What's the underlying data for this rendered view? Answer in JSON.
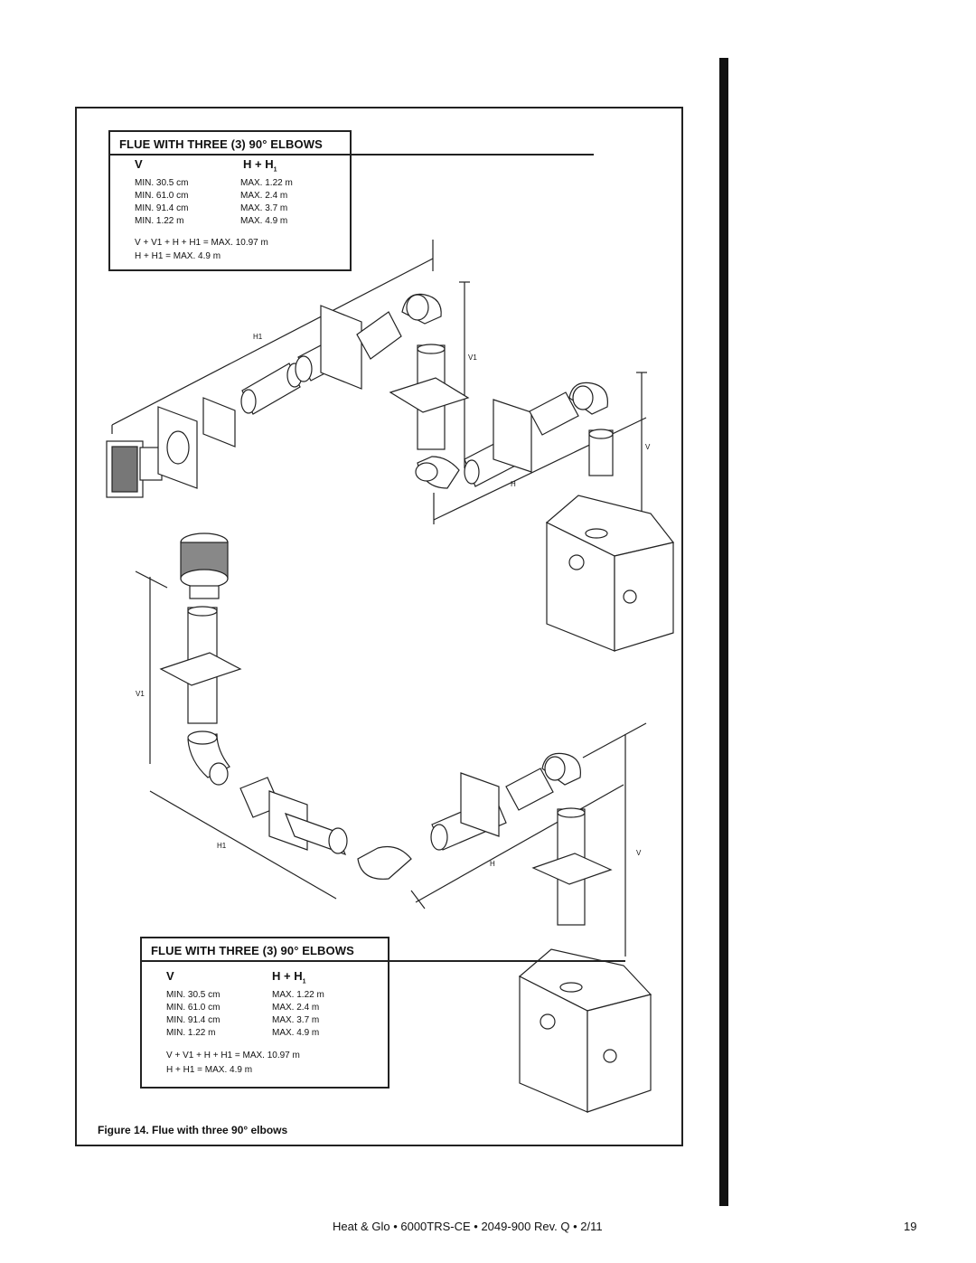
{
  "figure": {
    "caption": "Figure 14.  Flue with three 90° elbows",
    "table_top": {
      "title": "FLUE WITH THREE (3) 90° ELBOWS",
      "col_v": "V",
      "col_h": "H + H",
      "col_h_sub": "1",
      "rows": [
        {
          "v": "MIN. 30.5 cm",
          "h": "MAX.  1.22 m"
        },
        {
          "v": "MIN. 61.0 cm",
          "h": "MAX.  2.4 m"
        },
        {
          "v": "MIN. 91.4 cm",
          "h": "MAX.  3.7 m"
        },
        {
          "v": "MIN. 1.22 m",
          "h": "MAX.  4.9 m"
        }
      ],
      "formula1": "V + V1 + H + H1  = MAX. 10.97 m",
      "formula2": "H + H1 = MAX. 4.9 m"
    },
    "table_bottom": {
      "title": "FLUE WITH THREE (3) 90° ELBOWS",
      "col_v": "V",
      "col_h": "H + H",
      "col_h_sub": "1",
      "rows": [
        {
          "v": "MIN. 30.5 cm",
          "h": "MAX.  1.22 m"
        },
        {
          "v": "MIN. 61.0 cm",
          "h": "MAX.  2.4 m"
        },
        {
          "v": "MIN. 91.4 cm",
          "h": "MAX.  3.7 m"
        },
        {
          "v": "MIN. 1.22 m",
          "h": "MAX.  4.9 m"
        }
      ],
      "formula1": "V + V1 + H + H1  =  MAX. 10.97 m",
      "formula2": "H + H1 = MAX. 4.9 m"
    },
    "dims_top": {
      "h1": "H1",
      "v1": "V1",
      "v": "V",
      "h": "H"
    },
    "dims_bottom": {
      "v1": "V1",
      "h1": "H1",
      "h": "H",
      "v": "V"
    }
  },
  "footer": {
    "doc_ref": "Heat & Glo  •  6000TRS-CE  •  2049-900 Rev. Q  •  2/11",
    "page_number": "19"
  }
}
